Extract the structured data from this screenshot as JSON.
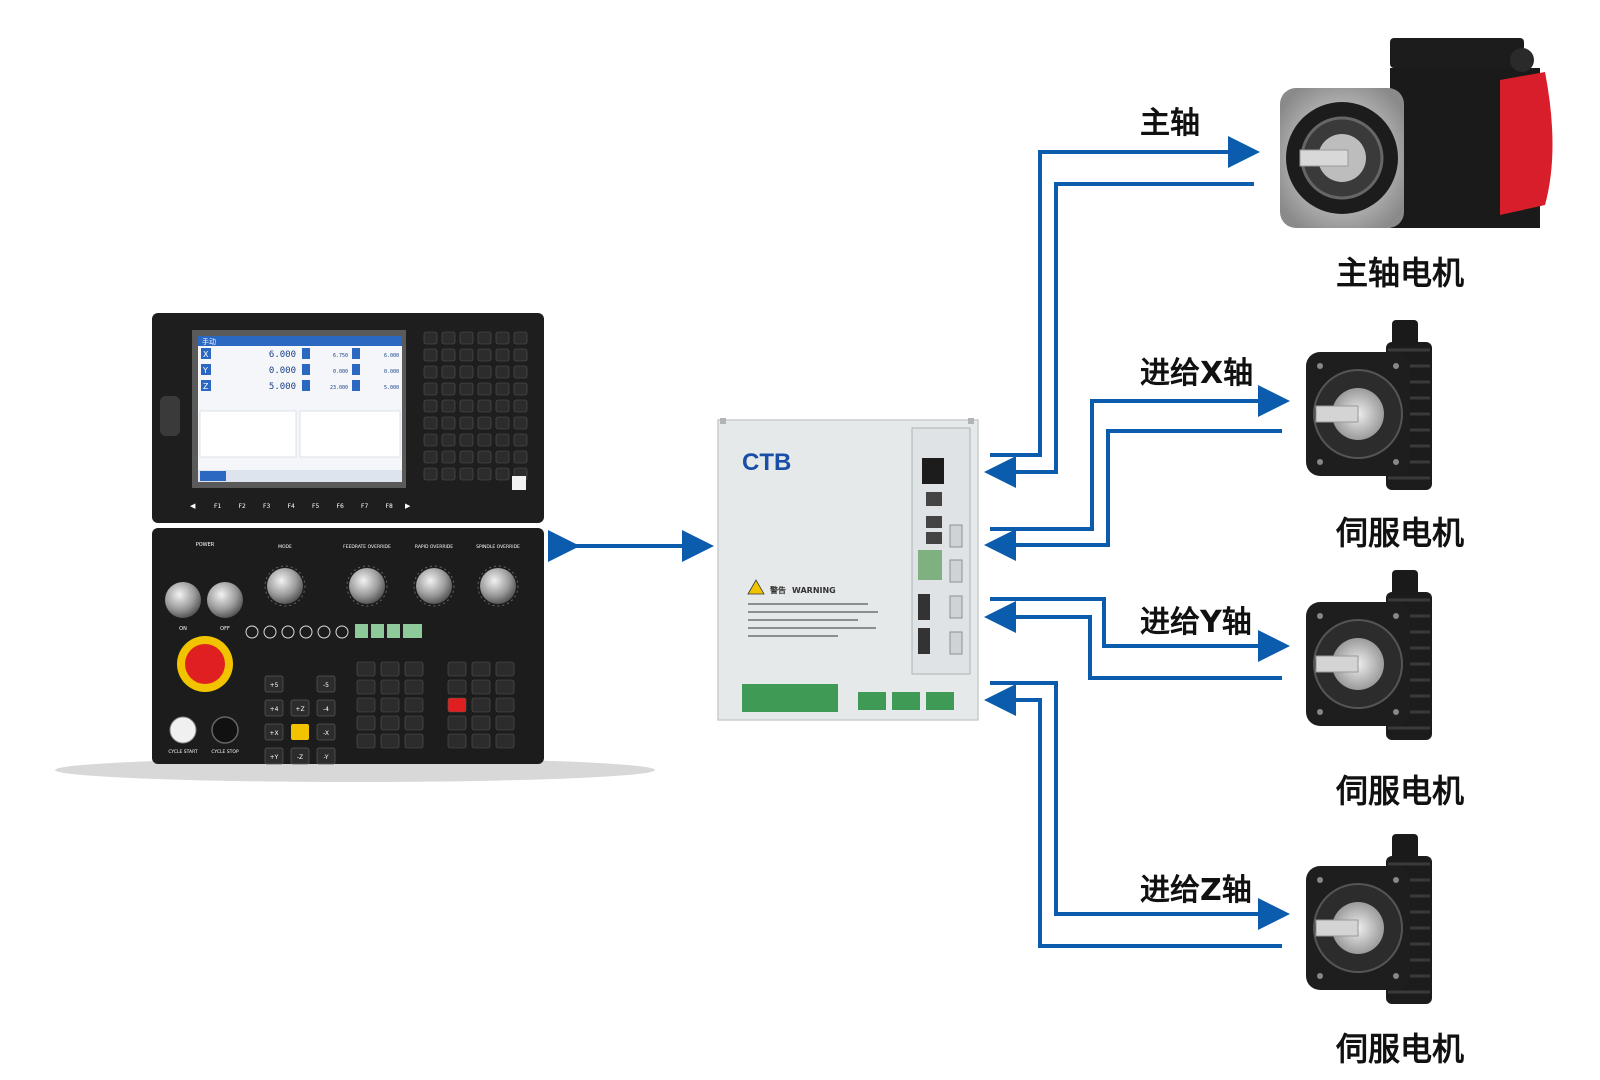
{
  "panel": {
    "screen": {
      "tab_title": "手动",
      "coord_rows": [
        {
          "axis": "X",
          "value": "6.000",
          "rel": "6.750",
          "mach": "6.000"
        },
        {
          "axis": "Y",
          "value": "0.000",
          "rel": "0.000",
          "mach": "0.000"
        },
        {
          "axis": "Z",
          "value": "5.000",
          "rel": "23.000",
          "mach": "5.000"
        }
      ],
      "softkeys": [
        "F1",
        "F2",
        "F3",
        "F4",
        "F5",
        "F6",
        "F7",
        "F8"
      ]
    },
    "operator": {
      "dial_labels": [
        "MODE",
        "FEEDRATE OVERRIDE",
        "RAPID OVERRIDE",
        "SPINDLE OVERRIDE"
      ],
      "power_label": "POWER",
      "on_label": "ON",
      "off_label": "OFF",
      "cycle_start": "CYCLE START",
      "cycle_stop": "CYCLE STOP",
      "jog_keys": [
        "+5",
        "-5",
        "+4",
        "+Z",
        "-4",
        "+X",
        "-X",
        "+Y",
        "-Z",
        "-Y"
      ]
    }
  },
  "controller": {
    "brand": "CTB",
    "warning_cn": "警告",
    "warning_en": "WARNING"
  },
  "connections": [
    {
      "id": "spindle",
      "label": "主轴"
    },
    {
      "id": "x",
      "label": "进给X轴"
    },
    {
      "id": "y",
      "label": "进给Y轴"
    },
    {
      "id": "z",
      "label": "进给Z轴"
    }
  ],
  "motors": [
    {
      "id": "spindle",
      "label": "主轴电机"
    },
    {
      "id": "x",
      "label": "伺服电机"
    },
    {
      "id": "y",
      "label": "伺服电机"
    },
    {
      "id": "z",
      "label": "伺服电机"
    }
  ],
  "colors": {
    "arrow": "#0b5cad",
    "panel": "#1c1c1c",
    "screen": "#2a68c2",
    "controller": "#e5e8e9",
    "spindle_accent": "#d81e2a",
    "estop": "#e02020"
  }
}
